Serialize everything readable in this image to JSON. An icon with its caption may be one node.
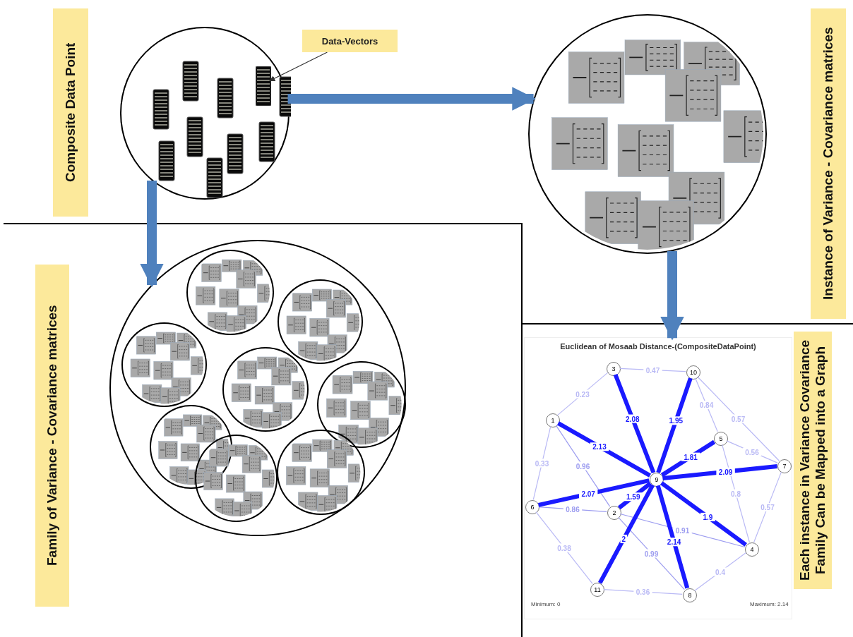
{
  "diagram": {
    "nodes": [
      {
        "text": [
          "Composite Data Point"
        ]
      },
      {
        "text": [],
        "shape": "circle"
      },
      {
        "text": [],
        "shape": "bar",
        "in": 1
      },
      {
        "text": [
          "Data-Vectors"
        ]
      },
      {
        "text": [],
        "shape": "circle"
      },
      {
        "text": [
          "Instance of  Variance - Covariance matrices"
        ]
      },
      {
        "text": [],
        "shape": "circle"
      },
      {
        "text": [],
        "shape": "circle",
        "in": 6
      },
      {
        "text": [],
        "shape": "circle",
        "in": 6
      },
      {
        "text": [],
        "shape": "circle",
        "in": 6
      },
      {
        "text": [],
        "shape": "circle",
        "in": 6
      },
      {
        "text": [],
        "shape": "circle",
        "in": 6
      },
      {
        "text": [],
        "shape": "circle",
        "in": 6
      },
      {
        "text": [],
        "shape": "circle",
        "in": 6
      },
      {
        "text": [],
        "shape": "circle",
        "in": 6
      },
      {
        "text": [
          "Family of  Variance - Covariance matrices"
        ]
      },
      {
        "text": [
          "Euclidean of Mosaab Distance-(CompositeDataPoint)"
        ]
      },
      {
        "text": [
          "Each instance in Variance Covariance Family  Can be Mapped into a Graph"
        ]
      },
      {
        "text": [
          "1"
        ],
        "in": 16
      },
      {
        "text": [
          "2"
        ],
        "in": 16
      },
      {
        "text": [
          "3"
        ],
        "in": 16
      },
      {
        "text": [
          "4"
        ],
        "in": 16
      },
      {
        "text": [
          "5"
        ],
        "in": 16
      },
      {
        "text": [
          "6"
        ],
        "in": 16
      },
      {
        "text": [
          "7"
        ],
        "in": 16
      },
      {
        "text": [
          "8"
        ],
        "in": 16
      },
      {
        "text": [
          "9"
        ],
        "in": 16
      },
      {
        "text": [
          "10"
        ],
        "in": 16
      },
      {
        "text": [
          "11"
        ],
        "in": 16
      }
    ],
    "edges": [
      {
        "from": 1,
        "to": 4,
        "arrow": "to",
        "style": "thick",
        "color": "#4f81bd"
      },
      {
        "from": 1,
        "to": 6,
        "arrow": "to",
        "style": "thick",
        "color": "#4f81bd"
      },
      {
        "from": 4,
        "to": 16,
        "arrow": "to",
        "style": "thick",
        "color": "#4f81bd"
      },
      {
        "from": 3,
        "to": 2,
        "arrow": "to",
        "color": "#333333"
      },
      {
        "from": 20,
        "to": 27,
        "arrow": "none",
        "label": "0.47",
        "color": "#b9b9f5"
      },
      {
        "from": 18,
        "to": 20,
        "arrow": "none",
        "label": "0.23",
        "color": "#b9b9f5"
      },
      {
        "from": 27,
        "to": 22,
        "arrow": "none",
        "label": "0.84",
        "color": "#b9b9f5"
      },
      {
        "from": 27,
        "to": 24,
        "arrow": "none",
        "label": "0.57",
        "color": "#b9b9f5"
      },
      {
        "from": 18,
        "to": 23,
        "arrow": "none",
        "label": "0.33",
        "color": "#b9b9f5"
      },
      {
        "from": 22,
        "to": 24,
        "arrow": "none",
        "label": "0.56",
        "color": "#b9b9f5"
      },
      {
        "from": 24,
        "to": 21,
        "arrow": "none",
        "label": "0.57",
        "color": "#b9b9f5"
      },
      {
        "from": 22,
        "to": 21,
        "arrow": "none",
        "label": "0.8",
        "color": "#b9b9f5"
      },
      {
        "from": 23,
        "to": 28,
        "arrow": "none",
        "label": "0.38",
        "color": "#b9b9f5"
      },
      {
        "from": 28,
        "to": 25,
        "arrow": "none",
        "label": "0.36",
        "color": "#b9b9f5"
      },
      {
        "from": 25,
        "to": 21,
        "arrow": "none",
        "label": "0.4",
        "color": "#b9b9f5"
      },
      {
        "from": 23,
        "to": 19,
        "arrow": "none",
        "label": "0.86",
        "color": "#9c9cf0"
      },
      {
        "from": 19,
        "to": 21,
        "arrow": "none",
        "label": "0.91",
        "color": "#9c9cf0"
      },
      {
        "from": 19,
        "to": 25,
        "arrow": "none",
        "label": "0.99",
        "color": "#9c9cf0"
      },
      {
        "from": 18,
        "to": 19,
        "arrow": "none",
        "label": "0.96",
        "color": "#9c9cf0"
      },
      {
        "from": 20,
        "to": 26,
        "arrow": "none",
        "label": "2.08",
        "style": "thick",
        "color": "#1a1aff"
      },
      {
        "from": 27,
        "to": 26,
        "arrow": "none",
        "label": "1.95",
        "style": "thick",
        "color": "#1a1aff"
      },
      {
        "from": 18,
        "to": 26,
        "arrow": "none",
        "label": "2.13",
        "style": "thick",
        "color": "#1a1aff"
      },
      {
        "from": 22,
        "to": 26,
        "arrow": "none",
        "label": "1.81",
        "style": "thick",
        "color": "#1a1aff"
      },
      {
        "from": 24,
        "to": 26,
        "arrow": "none",
        "label": "2.09",
        "style": "thick",
        "color": "#1a1aff"
      },
      {
        "from": 23,
        "to": 26,
        "arrow": "none",
        "label": "2.07",
        "style": "thick",
        "color": "#1a1aff"
      },
      {
        "from": 19,
        "to": 26,
        "arrow": "none",
        "label": "1.59",
        "style": "thick",
        "color": "#1a1aff"
      },
      {
        "from": 21,
        "to": 26,
        "arrow": "none",
        "label": "1.9",
        "style": "thick",
        "color": "#1a1aff"
      },
      {
        "from": 25,
        "to": 26,
        "arrow": "none",
        "label": "2.14",
        "style": "thick",
        "color": "#1a1aff"
      },
      {
        "from": 28,
        "to": 26,
        "arrow": "none",
        "label": "2",
        "style": "thick",
        "color": "#1a1aff"
      }
    ],
    "labels": [
      "Minimum: 0",
      "Maximum: 2.14"
    ]
  }
}
